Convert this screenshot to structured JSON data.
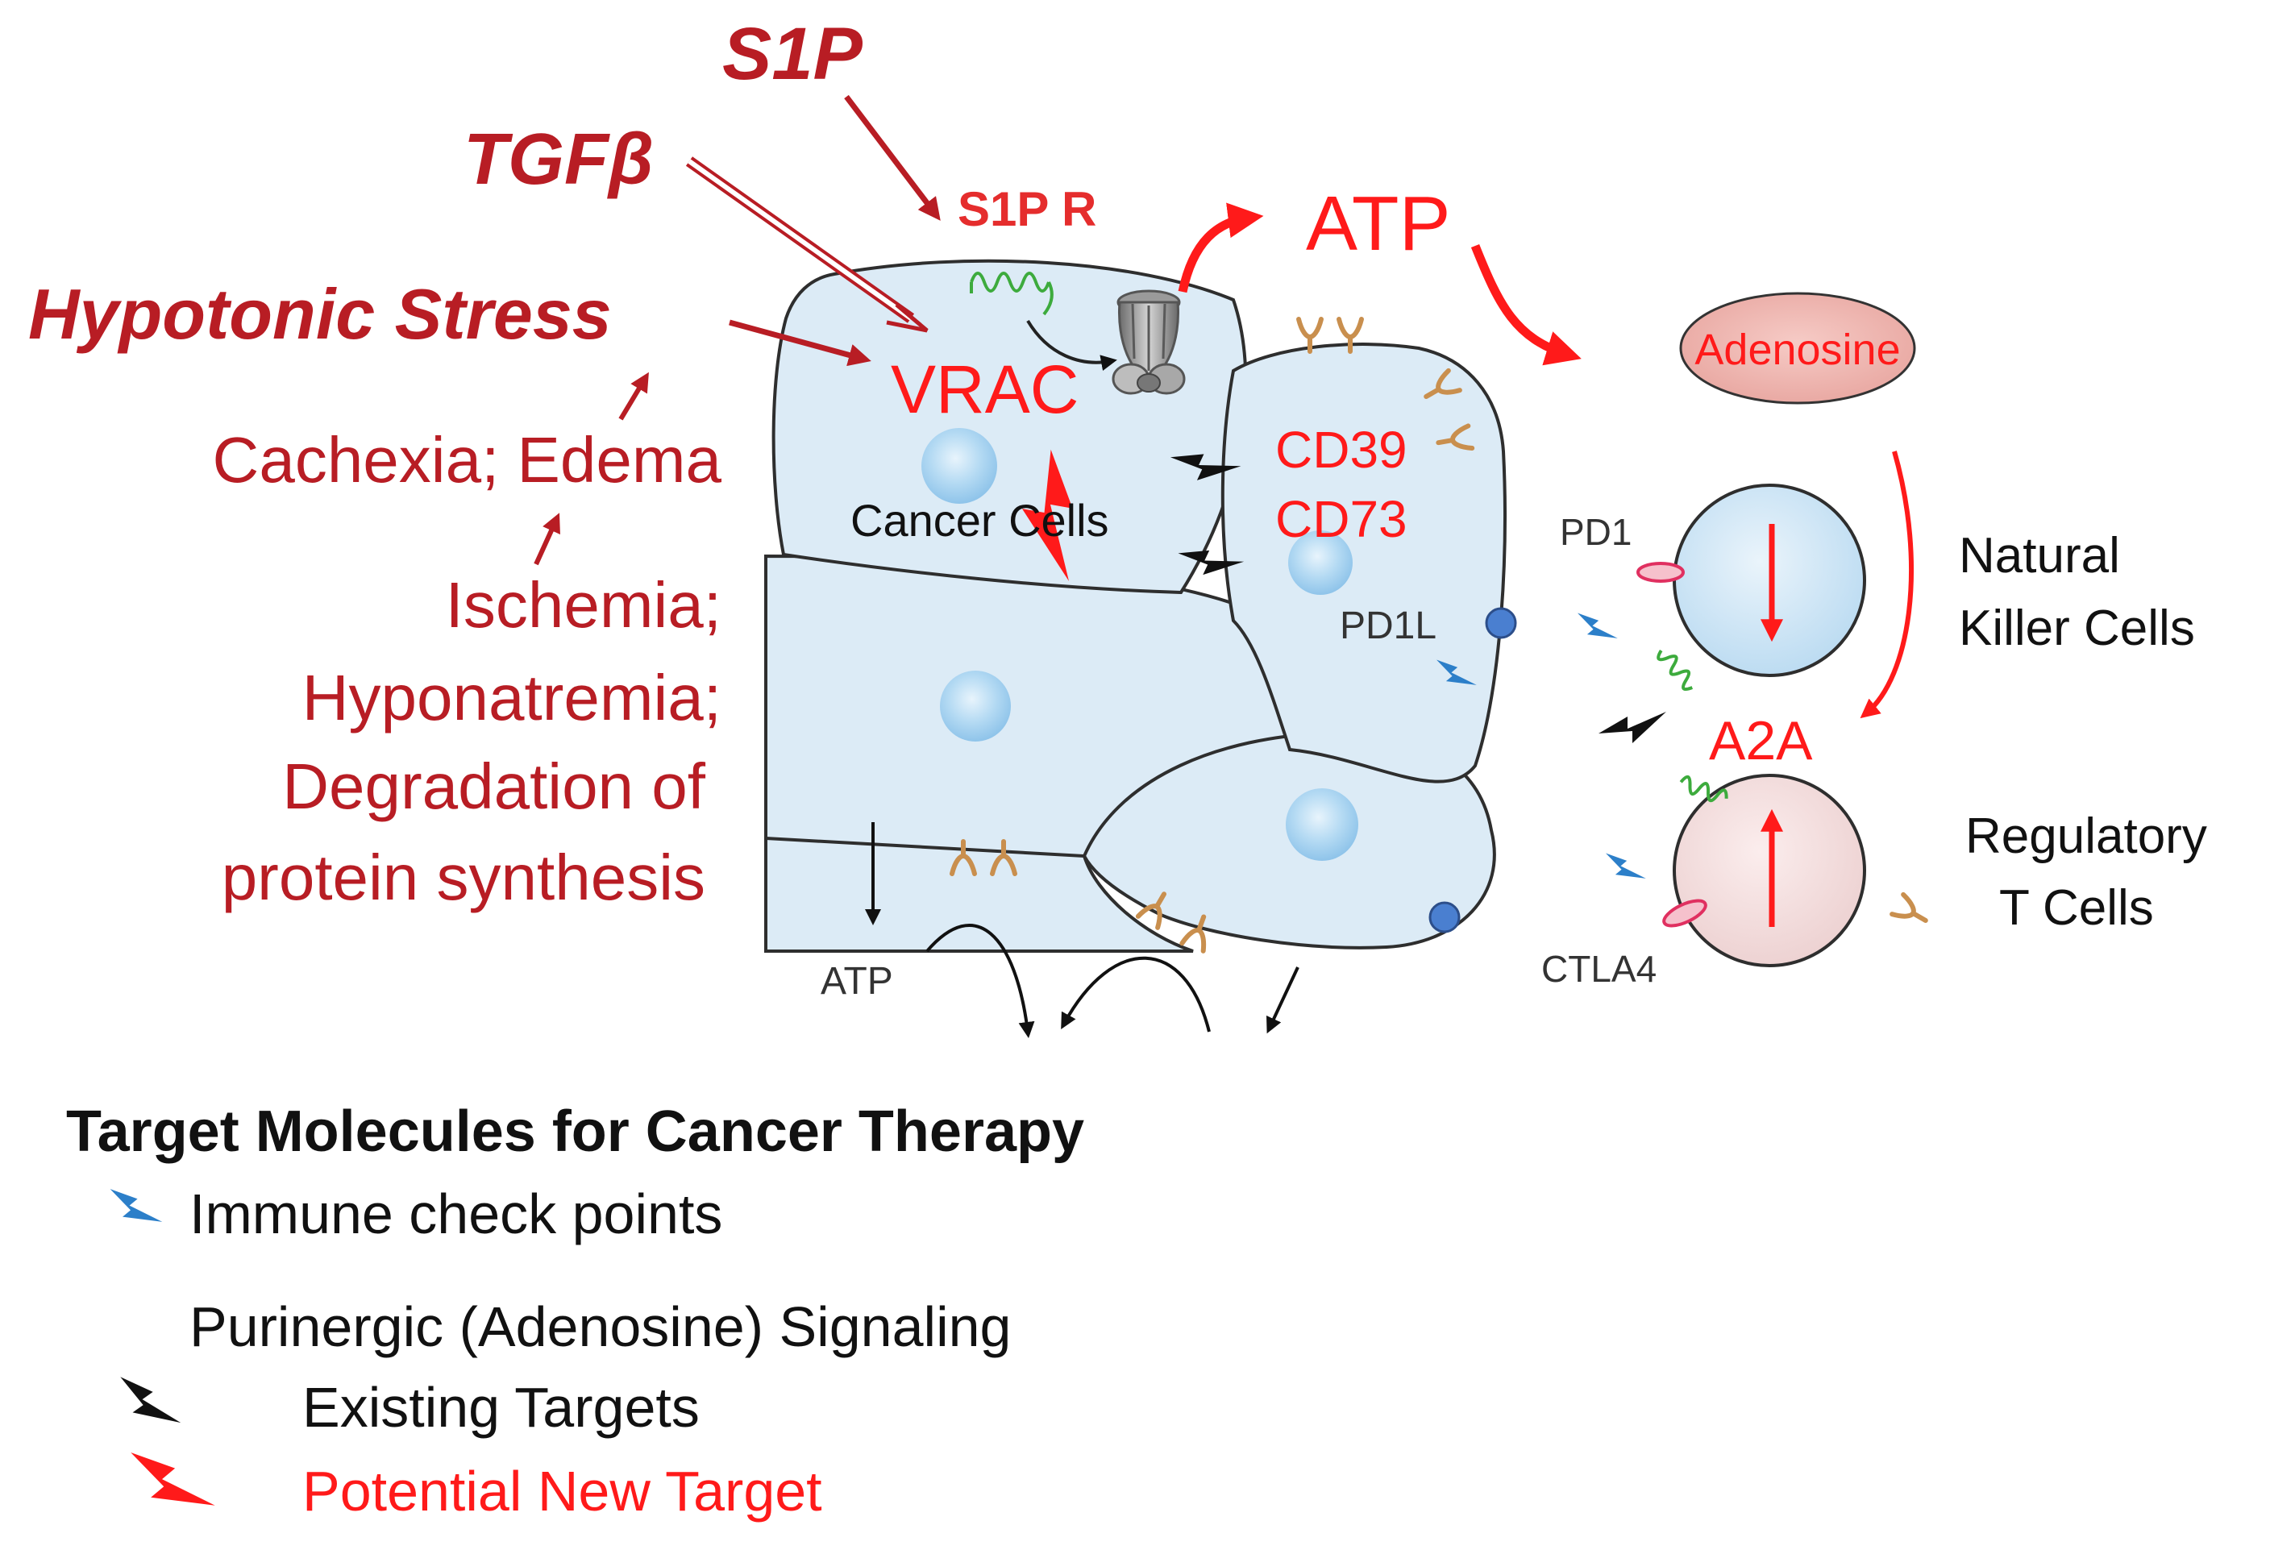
{
  "drivers": {
    "s1p": "S1P",
    "tgfb": "TGFβ",
    "hypotonic_stress": "Hypotonic Stress"
  },
  "causes": {
    "line1": "Cachexia; Edema",
    "line2": "Ischemia;",
    "line3": "Hyponatremia;",
    "line4": "Degradation of",
    "line5": "protein synthesis"
  },
  "cell_labels": {
    "s1p_receptor": "S1P R",
    "vrac": "VRAC",
    "cancer_cells": "Cancer Cells",
    "cd39": "CD39",
    "cd73": "CD73",
    "pd1l": "PD1L",
    "atp_small": "ATP"
  },
  "signaling": {
    "atp": "ATP",
    "adenosine": "Adenosine",
    "a2a": "A2A"
  },
  "immune": {
    "pd1": "PD1",
    "ctla4": "CTLA4",
    "nk_line1": "Natural",
    "nk_line2": "Killer Cells",
    "treg_line1": "Regulatory",
    "treg_line2": "T Cells"
  },
  "legend": {
    "title": "Target Molecules for Cancer Therapy",
    "immune_checkpoints": "Immune check points",
    "purinergic": "Purinergic (Adenosine) Signaling",
    "existing": "Existing Targets",
    "potential": "Potential New Target"
  },
  "colors": {
    "dark_red": "#b81d24",
    "red": "#ff1a1a",
    "cell_fill": "#dcebf6",
    "nucleus": "#a9d3f0",
    "checkpoint_blue": "#2c7fc9",
    "receptor_tan": "#c98f4e",
    "receptor_green": "#3dab3d"
  },
  "icons": {
    "immune_checkpoint": "blue-lightning-icon",
    "existing_target": "black-lightning-icon",
    "new_target": "red-lightning-icon",
    "channel": "atp-release-channel-icon"
  }
}
